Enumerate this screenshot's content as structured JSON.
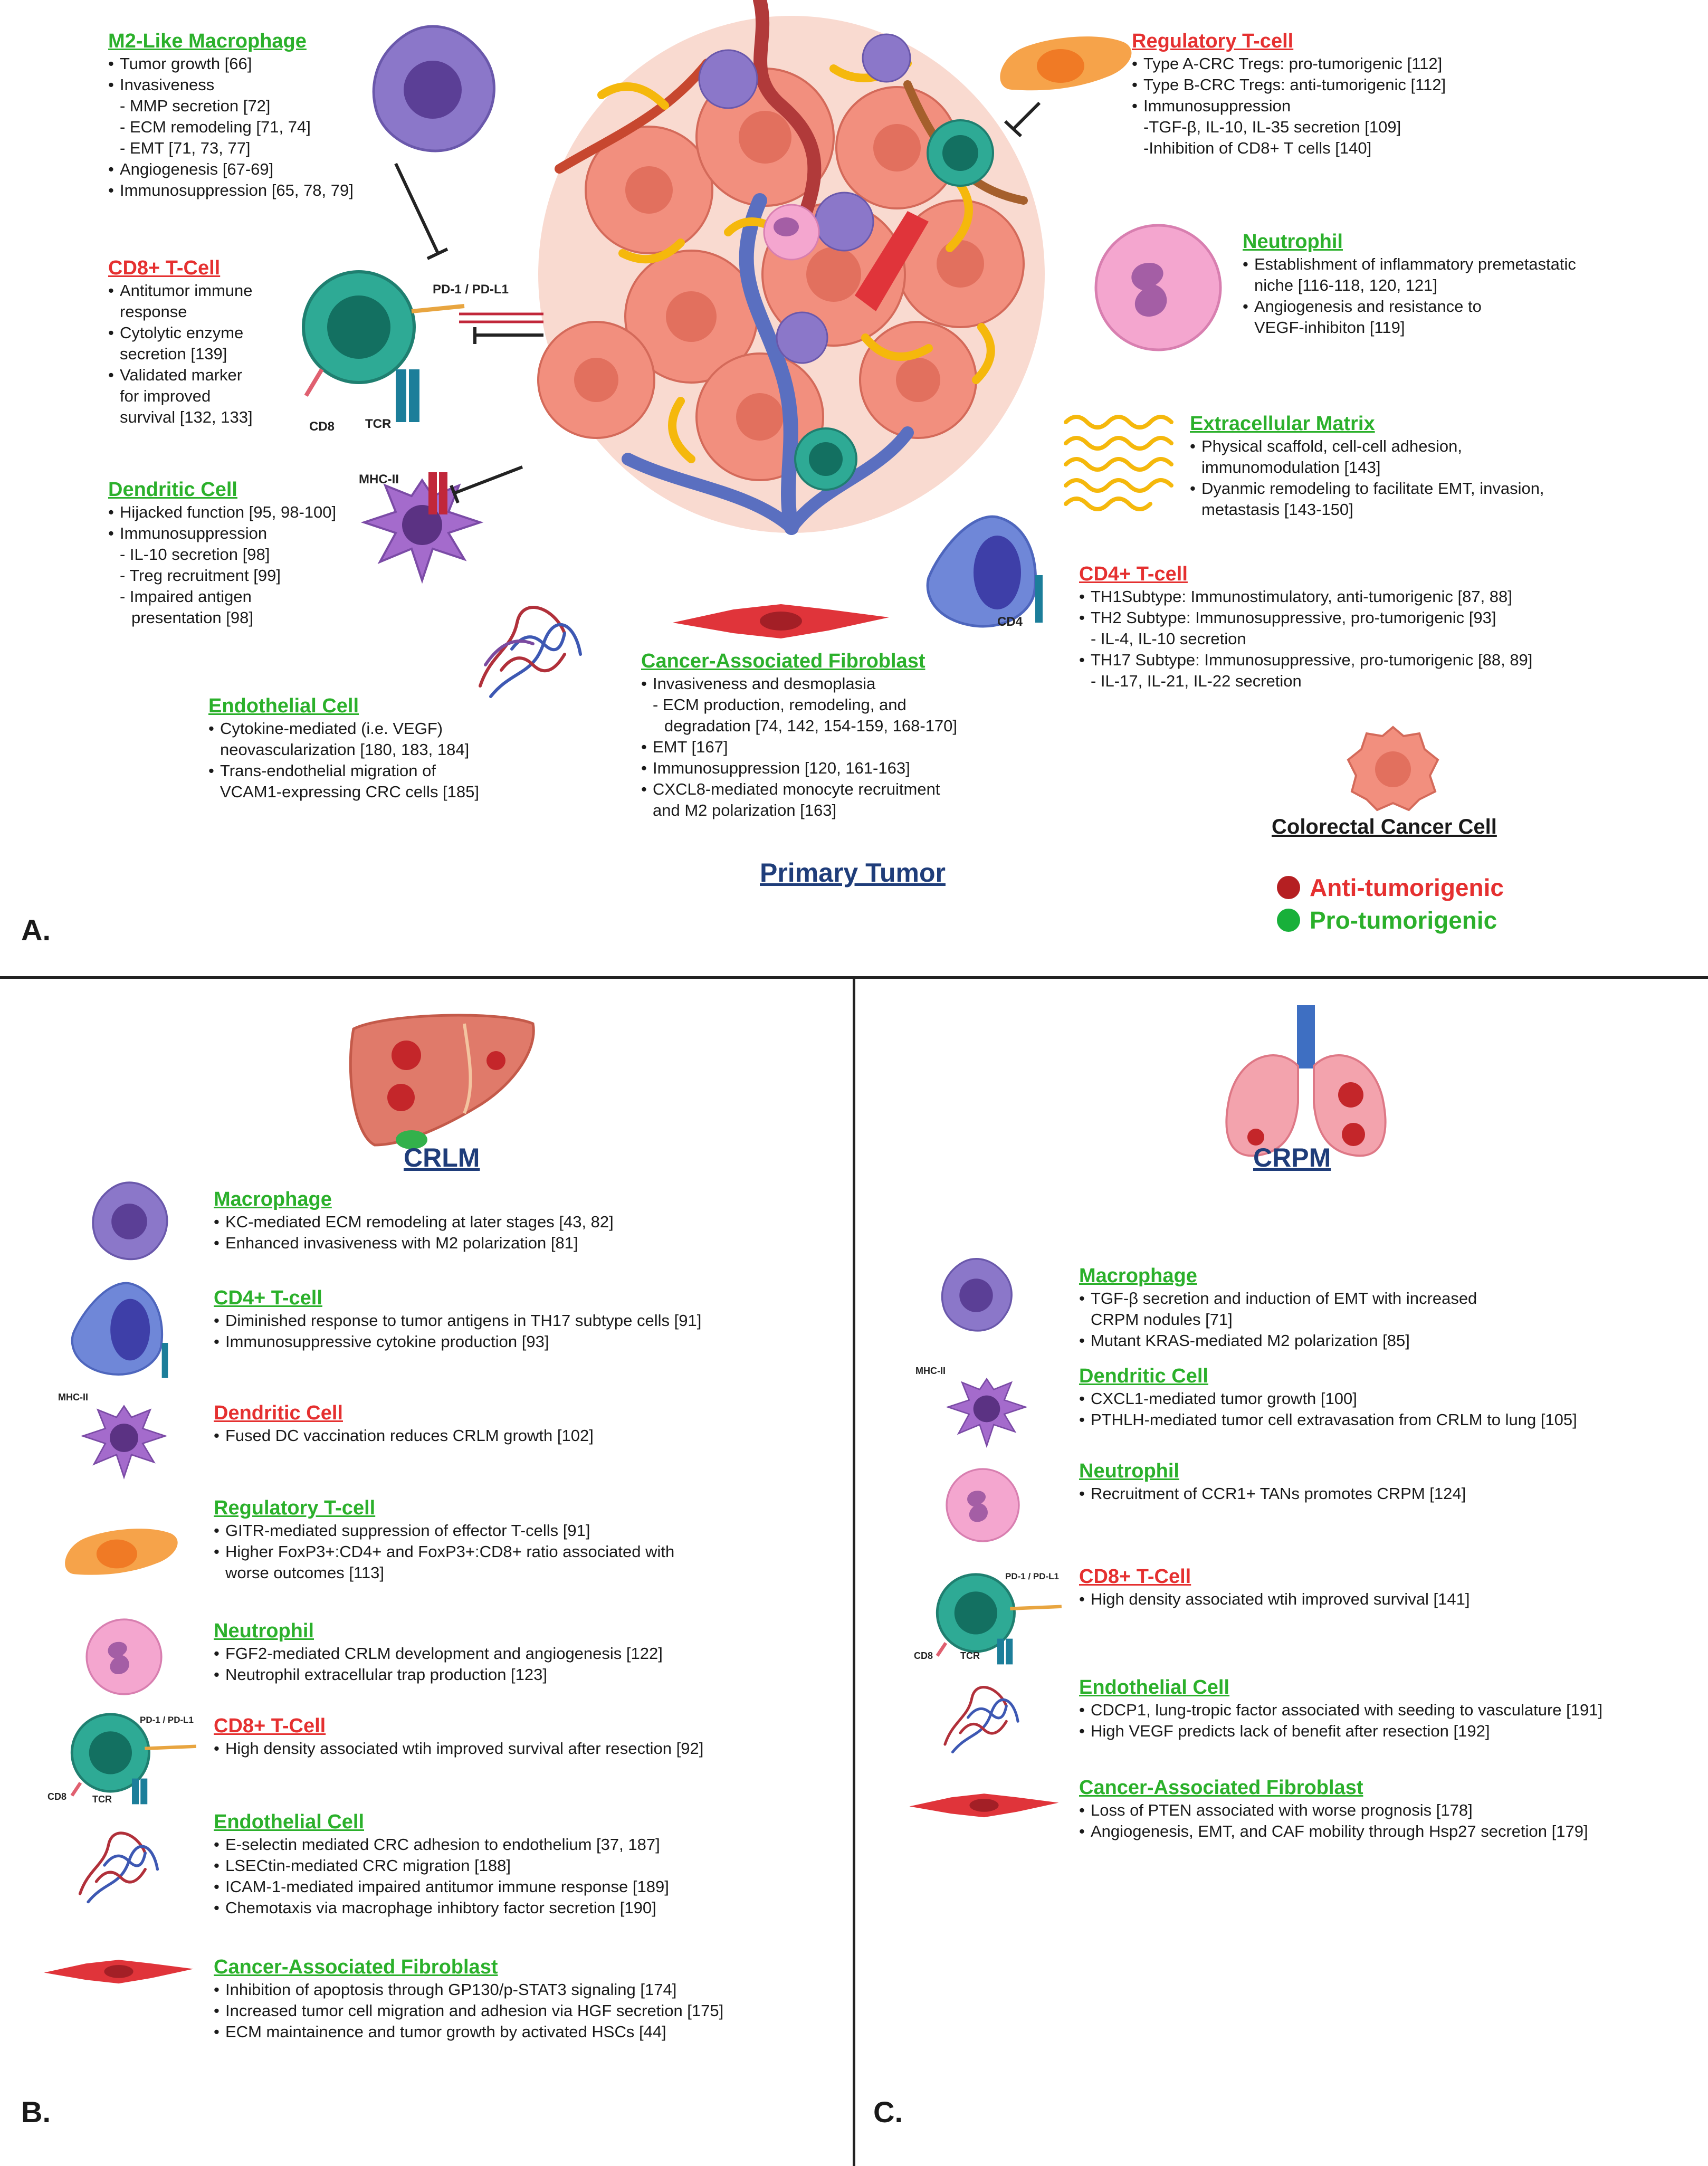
{
  "colors": {
    "pro": "#2bb02b",
    "anti": "#e53030",
    "title_blue": "#1f3d7a"
  },
  "panel_a": {
    "letter": "A.",
    "title": "Primary Tumor",
    "blocks": [
      {
        "key": "m2",
        "title": "M2-Like Macrophage",
        "color": "pro",
        "items": [
          {
            "t": "Tumor growth [66]",
            "k": "b"
          },
          {
            "t": "Invasiveness",
            "k": "b"
          },
          {
            "t": "- MMP secretion [72]",
            "k": "sub"
          },
          {
            "t": "- ECM remodeling [71, 74]",
            "k": "sub"
          },
          {
            "t": "- EMT [71, 73, 77]",
            "k": "sub"
          },
          {
            "t": "Angiogenesis [67-69]",
            "k": "b"
          },
          {
            "t": "Immunosuppression [65, 78, 79]",
            "k": "b"
          }
        ]
      },
      {
        "key": "cd8",
        "title": "CD8+ T-Cell",
        "color": "anti",
        "items": [
          {
            "t": "Antitumor immune",
            "k": "b"
          },
          {
            "t": "response",
            "k": "cont"
          },
          {
            "t": "Cytolytic enzyme",
            "k": "b"
          },
          {
            "t": "secretion [139]",
            "k": "cont"
          },
          {
            "t": "Validated marker",
            "k": "b"
          },
          {
            "t": "for improved",
            "k": "cont"
          },
          {
            "t": "survival [132, 133]",
            "k": "cont"
          }
        ]
      },
      {
        "key": "dc",
        "title": "Dendritic Cell",
        "color": "pro",
        "items": [
          {
            "t": "Hijacked function [95, 98-100]",
            "k": "b"
          },
          {
            "t": "Immunosuppression",
            "k": "b"
          },
          {
            "t": "- IL-10 secretion [98]",
            "k": "sub"
          },
          {
            "t": "- Treg recruitment [99]",
            "k": "sub"
          },
          {
            "t": "- Impaired antigen",
            "k": "sub"
          },
          {
            "t": "presentation [98]",
            "k": "cont2"
          }
        ]
      },
      {
        "key": "endo",
        "title": "Endothelial Cell",
        "color": "pro",
        "items": [
          {
            "t": "Cytokine-mediated (i.e. VEGF)",
            "k": "b"
          },
          {
            "t": "neovascularization  [180, 183, 184]",
            "k": "cont"
          },
          {
            "t": "Trans-endothelial migration of",
            "k": "b"
          },
          {
            "t": "VCAM1-expressing CRC cells [185]",
            "k": "cont"
          }
        ]
      },
      {
        "key": "caf",
        "title": "Cancer-Associated Fibroblast",
        "color": "pro",
        "items": [
          {
            "t": "Invasiveness and desmoplasia",
            "k": "b"
          },
          {
            "t": "- ECM production, remodeling, and",
            "k": "sub"
          },
          {
            "t": "degradation [74, 142, 154-159, 168-170]",
            "k": "cont2"
          },
          {
            "t": "EMT [167]",
            "k": "b"
          },
          {
            "t": "Immunosuppression [120, 161-163]",
            "k": "b"
          },
          {
            "t": "CXCL8-mediated monocyte recruitment",
            "k": "b"
          },
          {
            "t": "and M2 polarization [163]",
            "k": "cont"
          }
        ]
      },
      {
        "key": "treg",
        "title": "Regulatory T-cell",
        "color": "anti",
        "items": [
          {
            "t": "Type A-CRC Tregs: pro-tumorigenic [112]",
            "k": "b"
          },
          {
            "t": "Type B-CRC Tregs: anti-tumorigenic [112]",
            "k": "b"
          },
          {
            "t": "Immunosuppression",
            "k": "b"
          },
          {
            "t": "-TGF-β, IL-10, IL-35 secretion [109]",
            "k": "sub"
          },
          {
            "t": "-Inhibition of CD8+ T cells [140]",
            "k": "sub"
          }
        ]
      },
      {
        "key": "neut",
        "title": "Neutrophil",
        "color": "pro",
        "items": [
          {
            "t": "Establishment of inflammatory premetastatic",
            "k": "b"
          },
          {
            "t": "niche [116-118, 120, 121]",
            "k": "cont"
          },
          {
            "t": "Angiogenesis and resistance to",
            "k": "b"
          },
          {
            "t": "VEGF-inhibiton [119]",
            "k": "cont"
          }
        ]
      },
      {
        "key": "ecm",
        "title": "Extracellular Matrix",
        "color": "pro",
        "items": [
          {
            "t": "Physical scaffold, cell-cell adhesion,",
            "k": "b"
          },
          {
            "t": "immunomodulation [143]",
            "k": "cont"
          },
          {
            "t": "Dyanmic remodeling to facilitate EMT, invasion,",
            "k": "b"
          },
          {
            "t": "metastasis [143-150]",
            "k": "cont"
          }
        ]
      },
      {
        "key": "cd4",
        "title": "CD4+ T-cell",
        "color": "anti",
        "items": [
          {
            "t": "TH1Subtype: Immunostimulatory, anti-tumorigenic [87, 88]",
            "k": "b"
          },
          {
            "t": "TH2 Subtype: Immunosuppressive, pro-tumorigenic [93]",
            "k": "b"
          },
          {
            "t": "- IL-4, IL-10 secretion",
            "k": "sub"
          },
          {
            "t": "TH17 Subtype: Immunosuppressive, pro-tumorigenic [88, 89]",
            "k": "b"
          },
          {
            "t": "- IL-17, IL-21, IL-22 secretion",
            "k": "sub"
          }
        ]
      }
    ],
    "labels": {
      "pd1": "PD-1 / PD-L1",
      "cd8": "CD8",
      "tcr": "TCR",
      "mhc": "MHC-II",
      "cd4": "CD4",
      "crc_cell": "Colorectal Cancer Cell"
    },
    "legend": {
      "anti": "Anti-tumorigenic",
      "pro": "Pro-tumorigenic"
    }
  },
  "panel_b": {
    "letter": "B.",
    "title": "CRLM",
    "blocks": [
      {
        "key": "mac",
        "title": "Macrophage",
        "color": "pro",
        "items": [
          {
            "t": "KC-mediated ECM remodeling at later stages [43, 82]",
            "k": "b"
          },
          {
            "t": "Enhanced invasiveness with M2 polarization [81]",
            "k": "b"
          }
        ]
      },
      {
        "key": "cd4",
        "title": "CD4+ T-cell",
        "color": "pro",
        "items": [
          {
            "t": "Diminished response to tumor antigens in TH17 subtype cells [91]",
            "k": "b"
          },
          {
            "t": "Immunosuppressive cytokine production [93]",
            "k": "b"
          }
        ]
      },
      {
        "key": "dc",
        "title": "Dendritic Cell",
        "color": "anti",
        "items": [
          {
            "t": "Fused DC vaccination reduces CRLM growth [102]",
            "k": "b"
          }
        ]
      },
      {
        "key": "treg",
        "title": "Regulatory T-cell",
        "color": "pro",
        "items": [
          {
            "t": "GITR-mediated suppression of effector T-cells [91]",
            "k": "b"
          },
          {
            "t": "Higher FoxP3+:CD4+ and FoxP3+:CD8+ ratio associated with",
            "k": "b"
          },
          {
            "t": "worse outcomes [113]",
            "k": "cont"
          }
        ]
      },
      {
        "key": "neut",
        "title": "Neutrophil",
        "color": "pro",
        "items": [
          {
            "t": "FGF2-mediated CRLM development and angiogenesis [122]",
            "k": "b"
          },
          {
            "t": "Neutrophil extracellular trap production [123]",
            "k": "b"
          }
        ]
      },
      {
        "key": "cd8",
        "title": "CD8+ T-Cell",
        "color": "anti",
        "items": [
          {
            "t": "High density associated wtih improved survival after resection [92]",
            "k": "b"
          }
        ]
      },
      {
        "key": "endo",
        "title": "Endothelial Cell",
        "color": "pro",
        "items": [
          {
            "t": "E-selectin mediated CRC adhesion to endothelium [37, 187]",
            "k": "b"
          },
          {
            "t": "LSECtin-mediated CRC migration [188]",
            "k": "b"
          },
          {
            "t": "ICAM-1-mediated impaired antitumor immune response [189]",
            "k": "b"
          },
          {
            "t": "Chemotaxis via macrophage inhibtory factor secretion [190]",
            "k": "b"
          }
        ]
      },
      {
        "key": "caf",
        "title": "Cancer-Associated Fibroblast",
        "color": "pro",
        "items": [
          {
            "t": "Inhibition of apoptosis through GP130/p-STAT3 signaling  [174]",
            "k": "b"
          },
          {
            "t": "Increased tumor cell migration and adhesion via HGF secretion [175]",
            "k": "b"
          },
          {
            "t": "ECM maintainence and tumor growth by activated HSCs [44]",
            "k": "b"
          }
        ]
      }
    ],
    "labels": {
      "mhc": "MHC-II",
      "pd1": "PD-1 / PD-L1",
      "cd8": "CD8",
      "tcr": "TCR"
    }
  },
  "panel_c": {
    "letter": "C.",
    "title": "CRPM",
    "blocks": [
      {
        "key": "mac",
        "title": "Macrophage",
        "color": "pro",
        "items": [
          {
            "t": "TGF-β secretion and induction of EMT with increased",
            "k": "b"
          },
          {
            "t": "CRPM nodules [71]",
            "k": "cont"
          },
          {
            "t": "Mutant KRAS-mediated M2 polarization [85]",
            "k": "b"
          }
        ]
      },
      {
        "key": "dc",
        "title": "Dendritic Cell",
        "color": "pro",
        "items": [
          {
            "t": "CXCL1-mediated tumor growth [100]",
            "k": "b"
          },
          {
            "t": "PTHLH-mediated tumor cell extravasation from CRLM to lung  [105]",
            "k": "b"
          }
        ]
      },
      {
        "key": "neut",
        "title": "Neutrophil",
        "color": "pro",
        "items": [
          {
            "t": "Recruitment of CCR1+ TANs promotes CRPM [124]",
            "k": "b"
          }
        ]
      },
      {
        "key": "cd8",
        "title": "CD8+ T-Cell",
        "color": "anti",
        "items": [
          {
            "t": "High density associated wtih improved survival [141]",
            "k": "b"
          }
        ]
      },
      {
        "key": "endo",
        "title": "Endothelial Cell",
        "color": "pro",
        "items": [
          {
            "t": "CDCP1, lung-tropic factor associated with seeding to vasculature [191]",
            "k": "b"
          },
          {
            "t": "High VEGF predicts lack of benefit after resection [192]",
            "k": "b"
          }
        ]
      },
      {
        "key": "caf",
        "title": "Cancer-Associated Fibroblast",
        "color": "pro",
        "items": [
          {
            "t": "Loss of PTEN associated with worse prognosis  [178]",
            "k": "b"
          },
          {
            "t": "Angiogenesis, EMT, and CAF mobility through Hsp27 secretion [179]",
            "k": "b"
          }
        ]
      }
    ],
    "labels": {
      "mhc": "MHC-II",
      "pd1": "PD-1 / PD-L1",
      "cd8": "CD8",
      "tcr": "TCR"
    }
  }
}
